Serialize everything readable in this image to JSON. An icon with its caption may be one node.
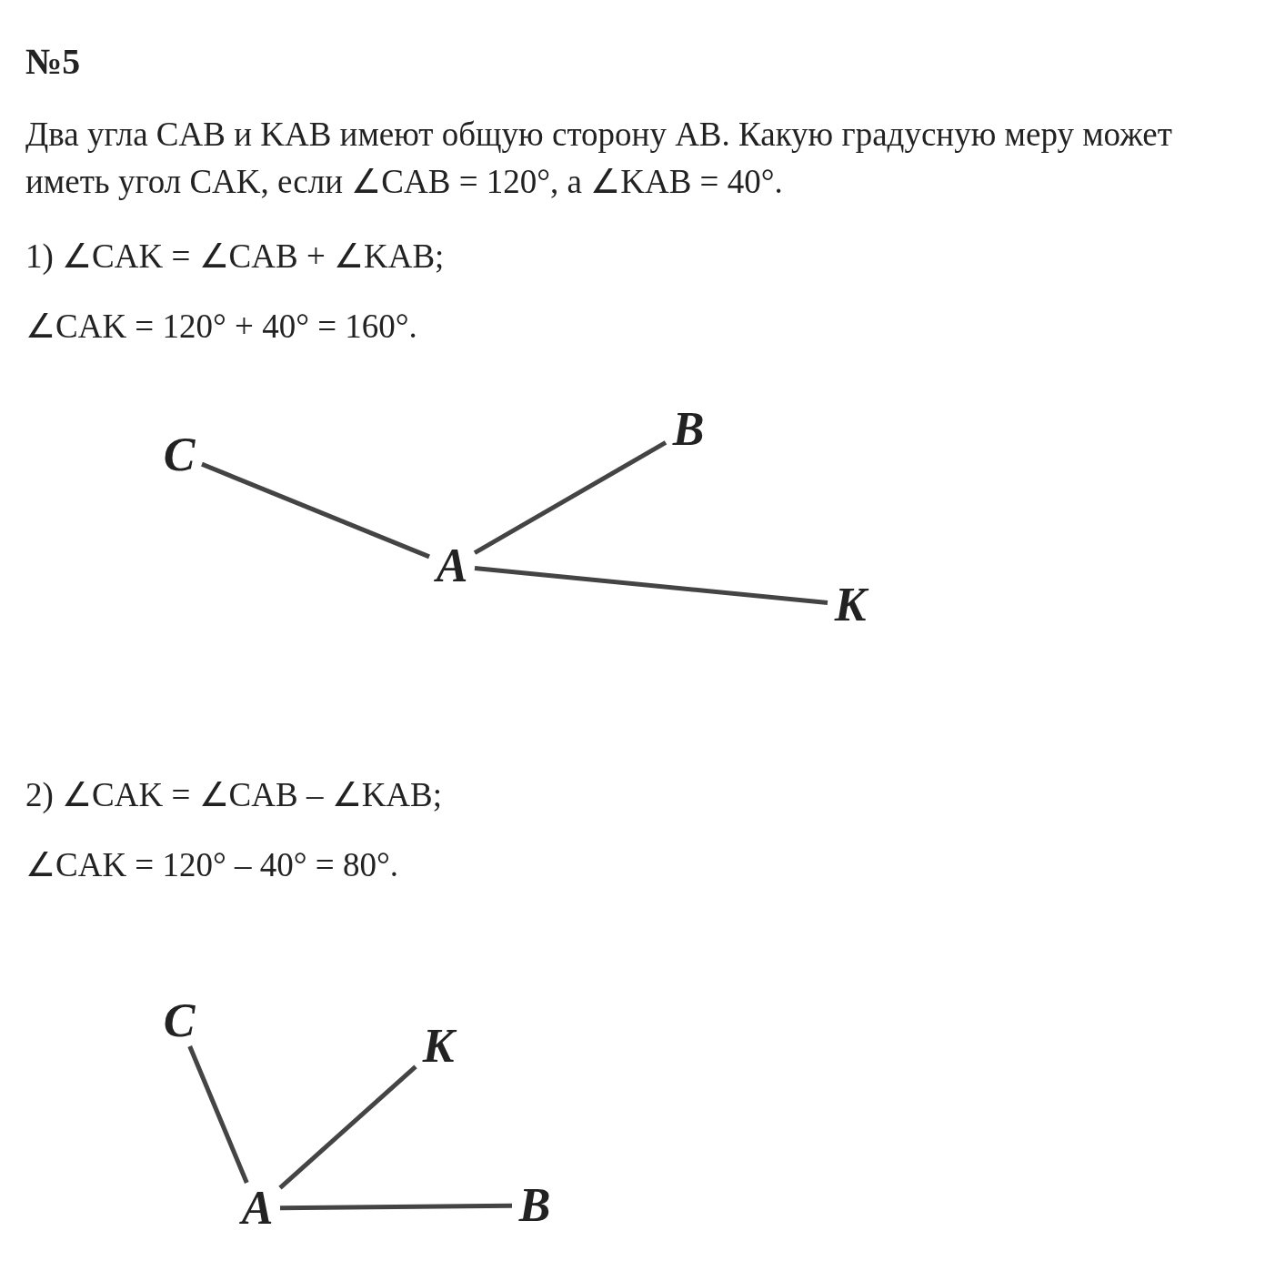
{
  "diagram": {
    "title": "№5",
    "nodes": [
      {
        "text": [
          "C"
        ]
      },
      {
        "text": [
          "B"
        ]
      },
      {
        "text": [
          "A"
        ]
      },
      {
        "text": [
          "K"
        ]
      },
      {
        "text": [
          "C"
        ]
      },
      {
        "text": [
          "K"
        ]
      },
      {
        "text": [
          "A"
        ]
      },
      {
        "text": [
          "B"
        ]
      }
    ],
    "edges": [
      {
        "from": 2,
        "to": 0,
        "arrow": "none"
      },
      {
        "from": 2,
        "to": 1,
        "arrow": "none"
      },
      {
        "from": 2,
        "to": 3,
        "arrow": "none"
      },
      {
        "from": 6,
        "to": 4,
        "arrow": "none"
      },
      {
        "from": 6,
        "to": 5,
        "arrow": "none"
      },
      {
        "from": 6,
        "to": 7,
        "arrow": "none"
      }
    ],
    "labels": [
      "Два угла CAB и KAB имеют общую сторону AB. Какую градусную меру может иметь угол CAK, если ∠CAB = 120°, а ∠KAB = 40°.",
      "1)  ∠CAK = ∠CAB + ∠KAB;",
      "∠CAK = 120° + 40° = 160°.",
      "2) ∠CAK = ∠CAB – ∠KAB;",
      "∠CAK = 120° – 40° = 80°."
    ]
  }
}
